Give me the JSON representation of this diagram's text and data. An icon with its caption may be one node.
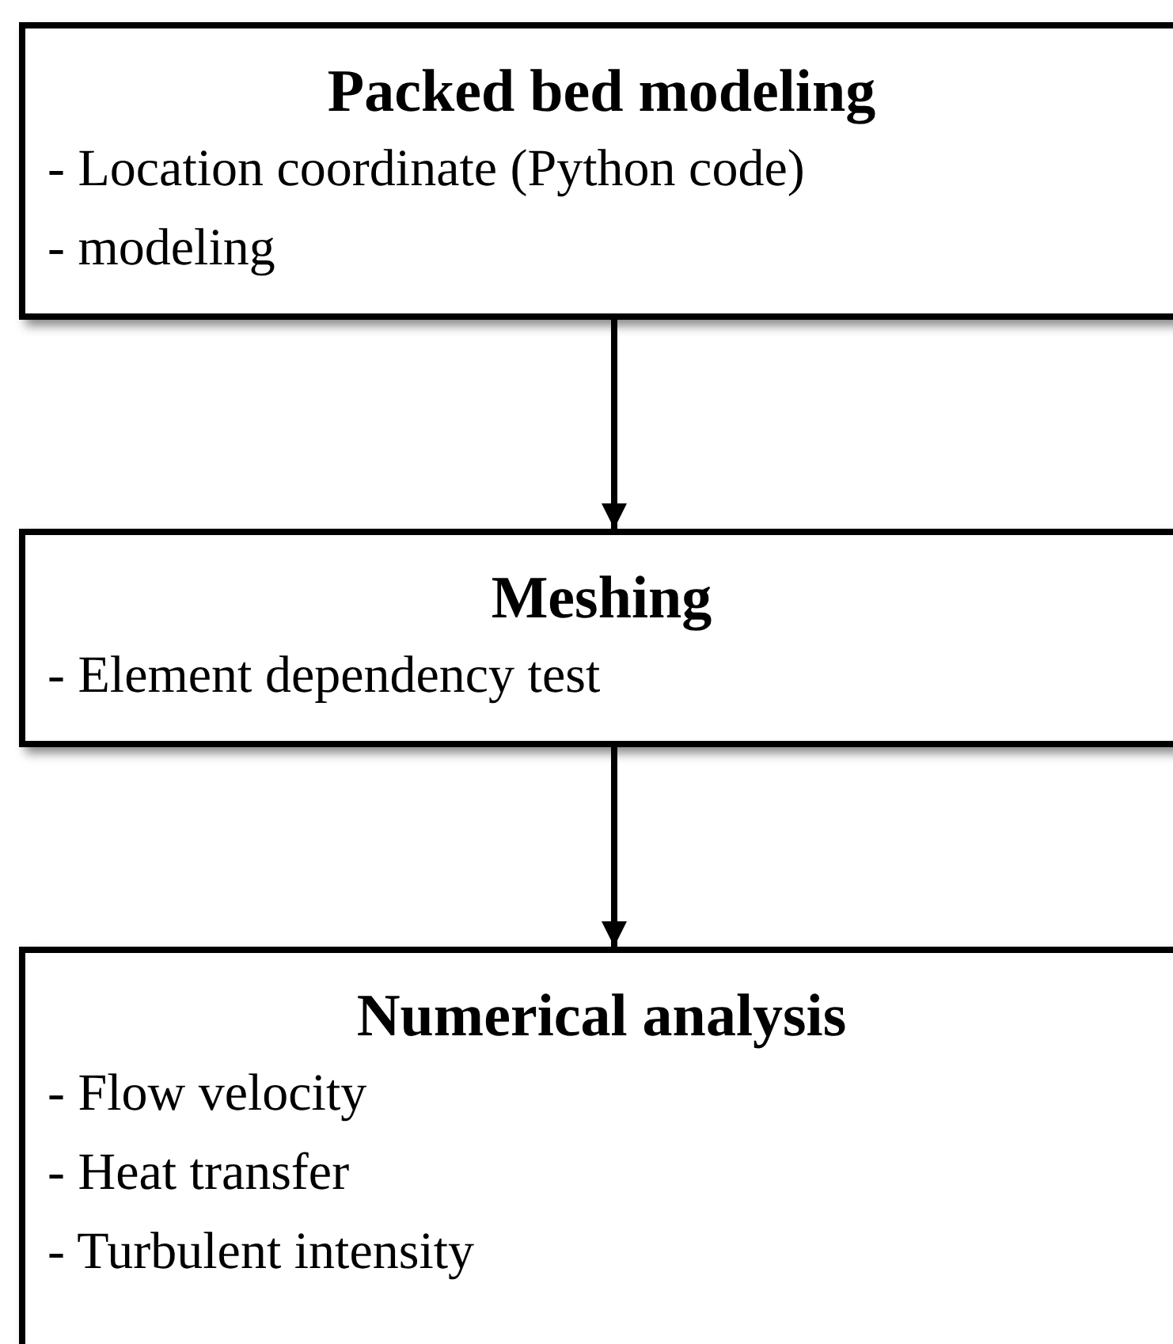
{
  "diagram": {
    "nodes": [
      {
        "text": [
          "Packed bed modeling",
          "- Location coordinate (Python code)",
          "- modeling"
        ]
      },
      {
        "text": [
          "Meshing",
          "- Element dependency test"
        ]
      },
      {
        "text": [
          "Numerical analysis",
          "- Flow velocity",
          "- Heat transfer",
          "- Turbulent intensity"
        ]
      }
    ],
    "edges": [
      {
        "from": 0,
        "to": 1,
        "arrow": "to"
      },
      {
        "from": 1,
        "to": 2,
        "arrow": "to"
      }
    ]
  }
}
